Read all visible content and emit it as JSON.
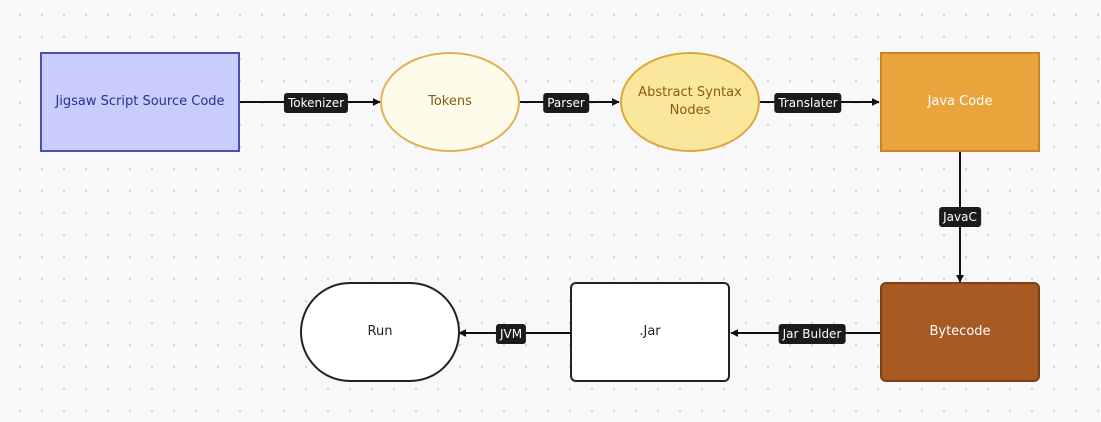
{
  "diagram": {
    "nodes": {
      "source": {
        "label": "Jigsaw Script Source Code",
        "shape": "rectangle",
        "fill": "#c8cdfb",
        "stroke": "#4a4fb0",
        "text": "#2a2f8f"
      },
      "tokens": {
        "label": "Tokens",
        "shape": "ellipse",
        "fill": "#fffbea",
        "stroke": "#e0b24f",
        "text": "#8a5a10"
      },
      "ast": {
        "label": "Abstract Syntax Nodes",
        "shape": "ellipse",
        "fill": "#fae79c",
        "stroke": "#d9a93e",
        "text": "#8a5a10"
      },
      "java_code": {
        "label": "Java Code",
        "shape": "rectangle",
        "fill": "#e9a43c",
        "stroke": "#c98320",
        "text": "#ffffff"
      },
      "bytecode": {
        "label": "Bytecode",
        "shape": "rounded-rectangle",
        "fill": "#a85a25",
        "stroke": "#7e3f16",
        "text": "#ffffff"
      },
      "jar": {
        "label": ".Jar",
        "shape": "rounded-rectangle",
        "fill": "#ffffff",
        "stroke": "#222222",
        "text": "#222222"
      },
      "run": {
        "label": "Run",
        "shape": "stadium",
        "fill": "#ffffff",
        "stroke": "#222222",
        "text": "#222222"
      }
    },
    "edges": [
      {
        "from": "source",
        "to": "tokens",
        "label": "Tokenizer"
      },
      {
        "from": "tokens",
        "to": "ast",
        "label": "Parser"
      },
      {
        "from": "ast",
        "to": "java_code",
        "label": "Translater"
      },
      {
        "from": "java_code",
        "to": "bytecode",
        "label": "JavaC"
      },
      {
        "from": "bytecode",
        "to": "jar",
        "label": "Jar Bulder"
      },
      {
        "from": "jar",
        "to": "run",
        "label": "JVM"
      }
    ],
    "edge_color": "#111111",
    "label_background": "#1b1b1b",
    "label_text": "#ffffff"
  }
}
